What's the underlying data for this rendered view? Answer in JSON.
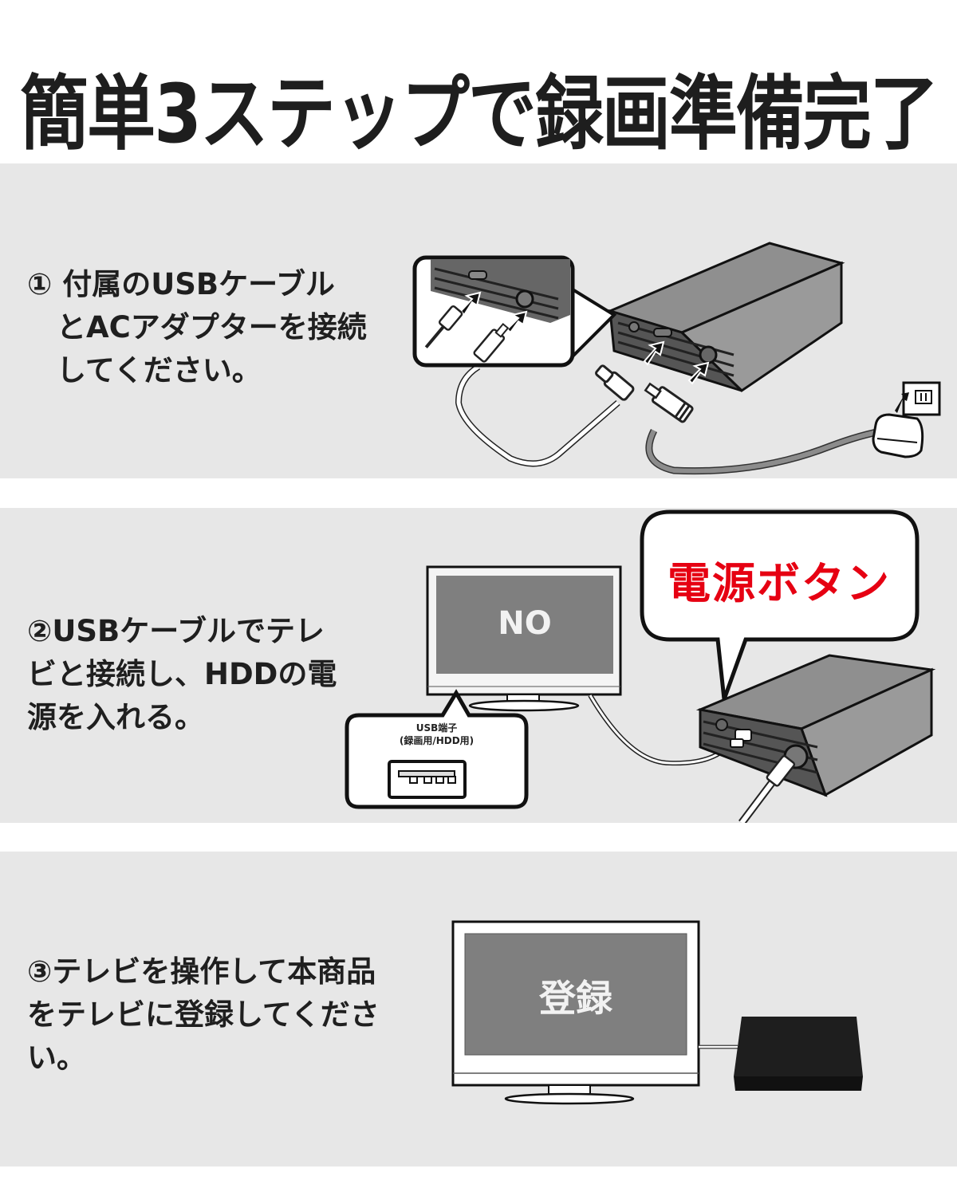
{
  "title": "簡単3ステップで録画準備完了",
  "steps": [
    {
      "number": "①",
      "lines": [
        "① 付属のUSBケーブル",
        "　とACアダプターを接続",
        "　してください。"
      ],
      "illustration": "hdd-connect-usb-cable-and-ac-adapter"
    },
    {
      "number": "②",
      "lines": [
        "②USBケーブルでテレ",
        "ビと接続し、HDDの電",
        "源を入れる。"
      ],
      "tv_screen_text": "NO",
      "usb_port_label": "USB端子",
      "usb_port_sublabel": "(録画用/HDD用)",
      "callout_text": "電源ボタン",
      "callout_color": "#e60012"
    },
    {
      "number": "③",
      "lines": [
        "③テレビを操作して本商品",
        "をテレビに登録してくださ",
        "い。"
      ],
      "tv_screen_text": "登録"
    }
  ],
  "colors": {
    "panel_bg": "#e7e7e7",
    "page_bg": "#ffffff",
    "text": "#1f1f1f",
    "accent_red": "#e60012",
    "tv_screen": "#7f7f7f",
    "hdd_body": "#8a8a8a"
  }
}
